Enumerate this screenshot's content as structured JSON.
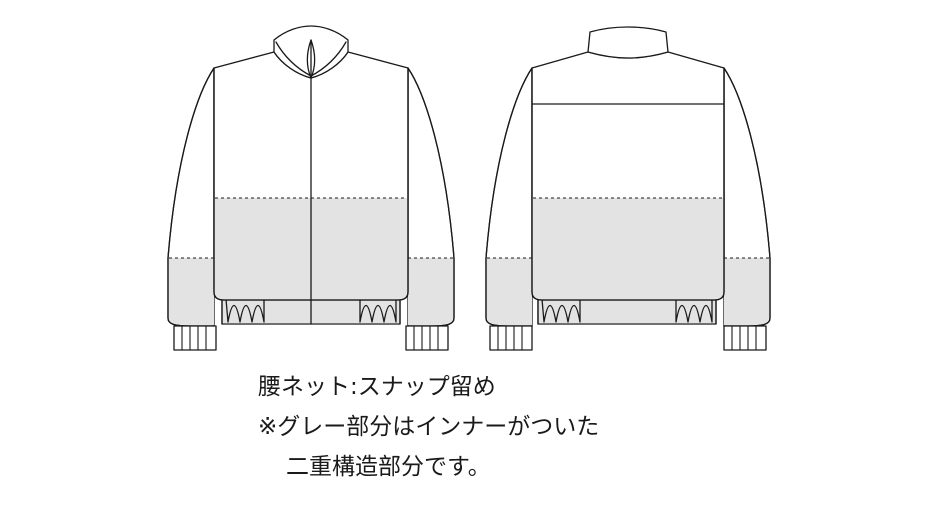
{
  "notes": {
    "line1": "腰ネット:スナップ留め",
    "line2": "※グレー部分はインナーがついた",
    "line3": "二重構造部分です。"
  },
  "colors": {
    "outline": "#1a1a1a",
    "gray_inner": "#e3e3e3",
    "background": "#ffffff"
  }
}
